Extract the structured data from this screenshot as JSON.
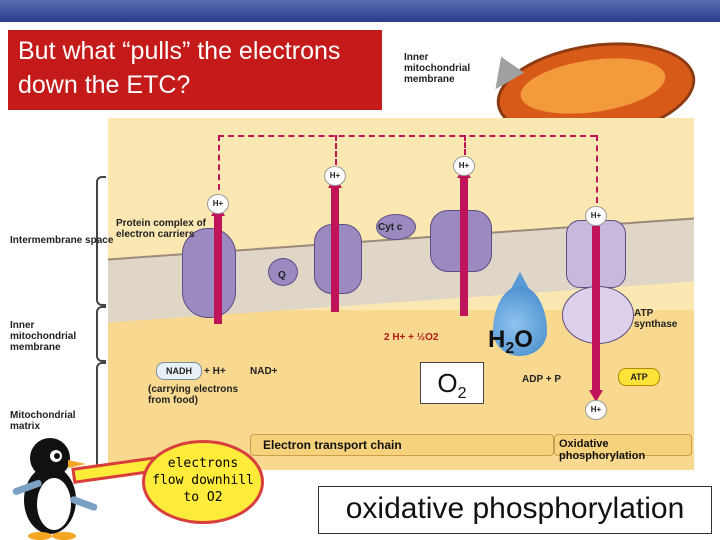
{
  "title": "But what “pulls” the electrons down the ETC?",
  "inset_label": "Inner mitochondrial membrane",
  "left_labels": {
    "intermembrane": "Intermembrane space",
    "inner_membrane": "Inner mitochondrial membrane",
    "matrix": "Mitochondrial matrix"
  },
  "diagram": {
    "protein_complex": "Protein complex of electron carriers",
    "cyt_c": "Cyt c",
    "q": "Q",
    "proton": "H+",
    "nadh": "NADH",
    "nadh_plus": "+ H+",
    "nad": "NAD+",
    "carrying": "(carrying electrons from food)",
    "reaction": "2 H+ + ½O2",
    "atp_synthase": "ATP synthase",
    "adp": "ADP + P",
    "atp": "ATP",
    "etc_label": "Electron transport chain",
    "oxphos_label": "Oxidative phosphorylation"
  },
  "o2_label": "O",
  "o2_sub": "2",
  "h2o_main": "H",
  "h2o_sub": "2",
  "h2o_end": "O",
  "speech": {
    "line1": "electrons",
    "line2": "flow downhill",
    "line3": "to O2"
  },
  "bottom_label": "oxidative phosphorylation",
  "colors": {
    "title_bg": "#c41a1a",
    "proton_arrow": "#c0145a",
    "speech_bg": "#ffec3a",
    "speech_border": "#d93d3d"
  }
}
